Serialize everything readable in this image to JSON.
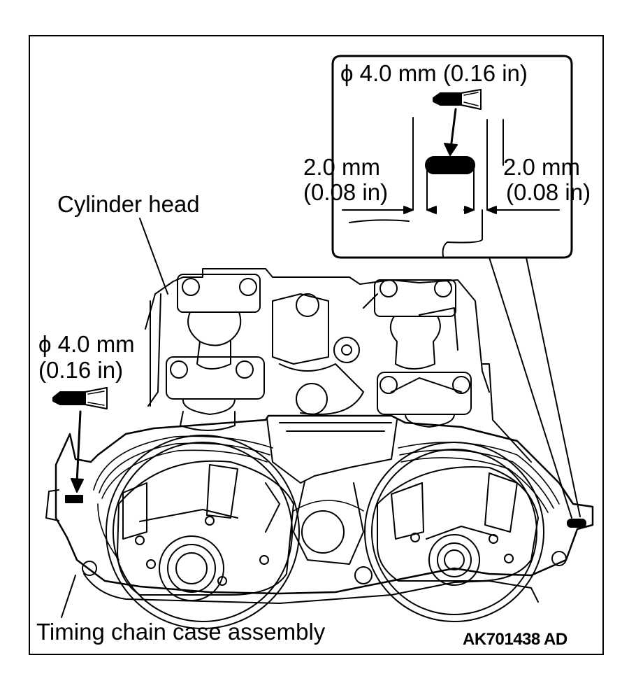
{
  "labels": {
    "inset_diameter": "ϕ 4.0 mm (0.16 in)",
    "left_gap_mm": "2.0 mm",
    "left_gap_in": "(0.08 in)",
    "right_gap_mm": "2.0 mm",
    "right_gap_in": "(0.08 in)",
    "cylinder_head": "Cylinder head",
    "left_diameter_mm": "ϕ 4.0 mm",
    "left_diameter_in": "(0.16 in)",
    "timing_chain_case": "Timing chain case assembly",
    "figure_code": "AK701438 AD"
  },
  "icons": [
    "punch-tool-icon",
    "drill-bit-icon",
    "alignment-mark-icon"
  ],
  "colors": {
    "line": "#000000",
    "background": "#ffffff"
  }
}
